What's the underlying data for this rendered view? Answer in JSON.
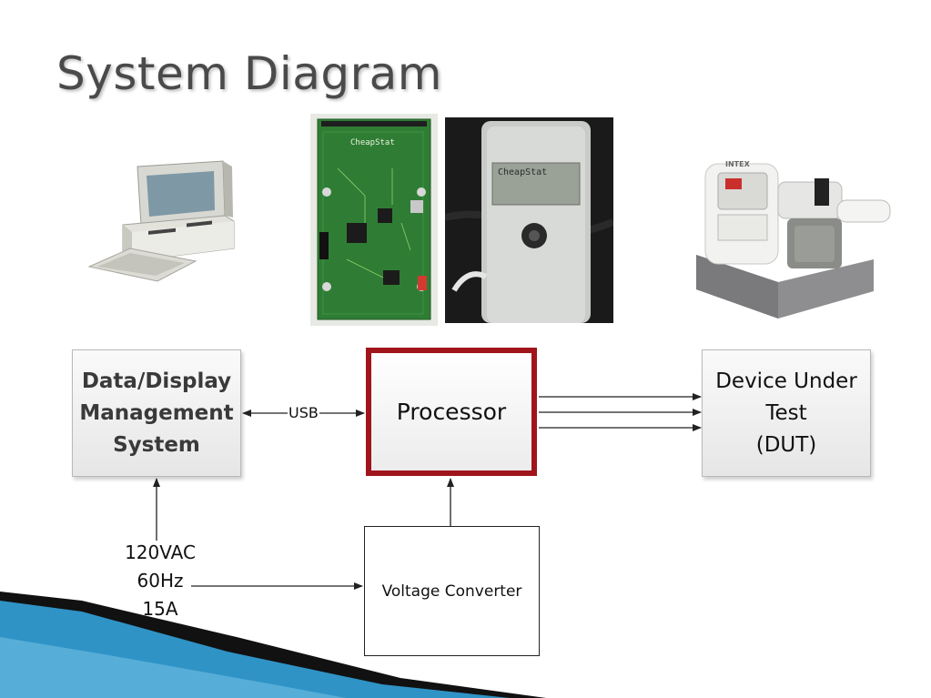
{
  "slide": {
    "title": "System Diagram"
  },
  "photos": {
    "computer": {
      "alt": "retro desktop computer"
    },
    "board": {
      "label": "CheapStat"
    },
    "device": {
      "label": "CheapStat"
    },
    "dut": {
      "label": "INTEX"
    }
  },
  "blocks": {
    "dms": "Data/Display\nManagement\nSystem",
    "processor": "Processor",
    "dut": "Device Under\nTest\n(DUT)",
    "voltage_converter": "Voltage Converter"
  },
  "connections": {
    "usb": "USB",
    "power_input": "120VAC\n60Hz\n15A"
  },
  "colors": {
    "accent": "#a0151b",
    "title": "#4a4a4a",
    "decor_blue": "#2b8fc0"
  }
}
